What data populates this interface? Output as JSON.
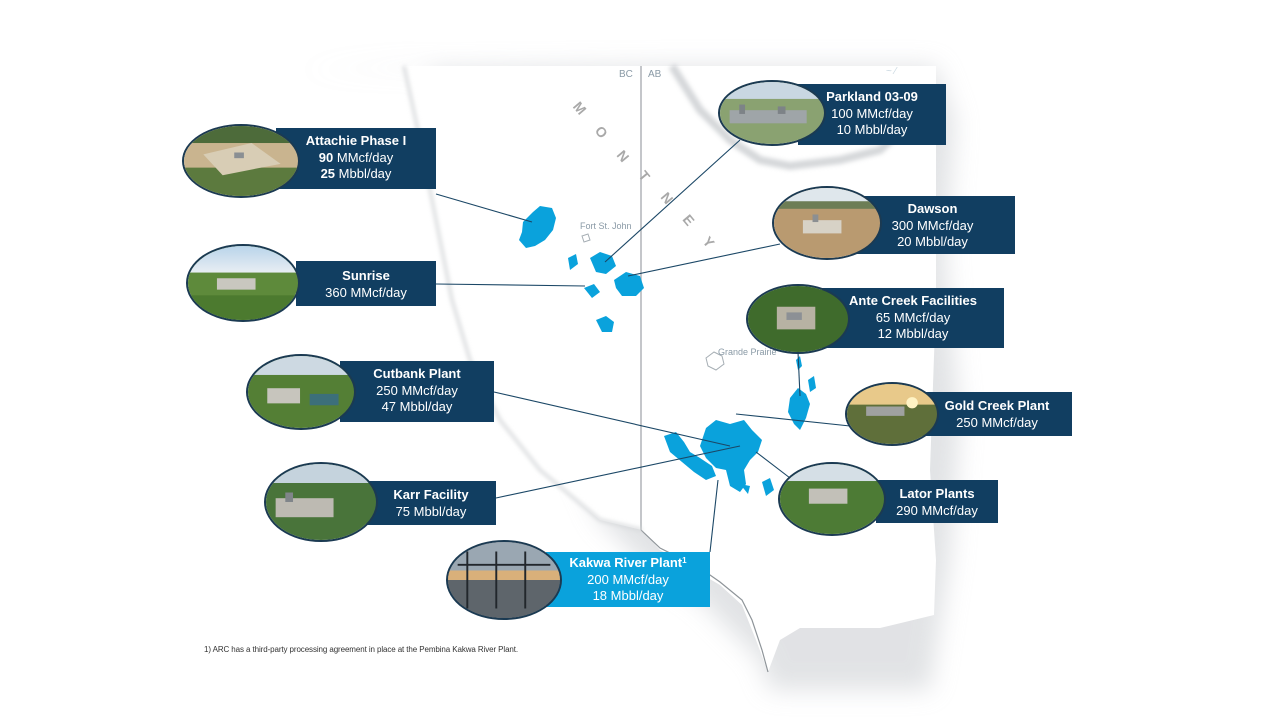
{
  "map": {
    "border_labels": {
      "left": "BC",
      "right": "AB"
    },
    "region_label": "MONTNEY",
    "region_letters": [
      "M",
      "O",
      "N",
      "T",
      "N",
      "E",
      "Y"
    ],
    "cities": {
      "north": "Fort St. John",
      "south": "Grande Prairie"
    },
    "colors": {
      "navy_box": "#113e61",
      "accent_box": "#0aa2dc",
      "landholdings": "#0aa2dc",
      "land": "#ffffff",
      "land_shadow": "#cfd2d6"
    }
  },
  "facilities": {
    "attachie": {
      "name": "Attachie Phase I",
      "gas_value": "90",
      "gas_unit": " MMcf/day",
      "liq_value": "25",
      "liq_unit": " Mbbl/day"
    },
    "parkland": {
      "name": "Parkland 03-09",
      "gas": "100 MMcf/day",
      "liquids": "10 Mbbl/day"
    },
    "dawson": {
      "name": "Dawson",
      "gas": "300 MMcf/day",
      "liquids": "20 Mbbl/day"
    },
    "sunrise": {
      "name": "Sunrise",
      "gas": "360 MMcf/day"
    },
    "ante_creek": {
      "name": "Ante Creek Facilities",
      "gas": "65 MMcf/day",
      "liquids": "12 Mbbl/day"
    },
    "cutbank": {
      "name": "Cutbank Plant",
      "gas": "250 MMcf/day",
      "liquids": "47 Mbbl/day"
    },
    "gold_creek": {
      "name": "Gold Creek Plant",
      "gas": "250 MMcf/day"
    },
    "karr": {
      "name": "Karr Facility",
      "liquids": "75 Mbbl/day"
    },
    "lator": {
      "name": "Lator Plants",
      "gas": "290 MMcf/day"
    },
    "kakwa": {
      "name": "Kakwa River Plant",
      "footnote_ref": "1",
      "gas": "200 MMcf/day",
      "liquids": "18 Mbbl/day"
    }
  },
  "footnote": "1)  ARC has a third-party processing agreement in place at the Pembina Kakwa River Plant."
}
